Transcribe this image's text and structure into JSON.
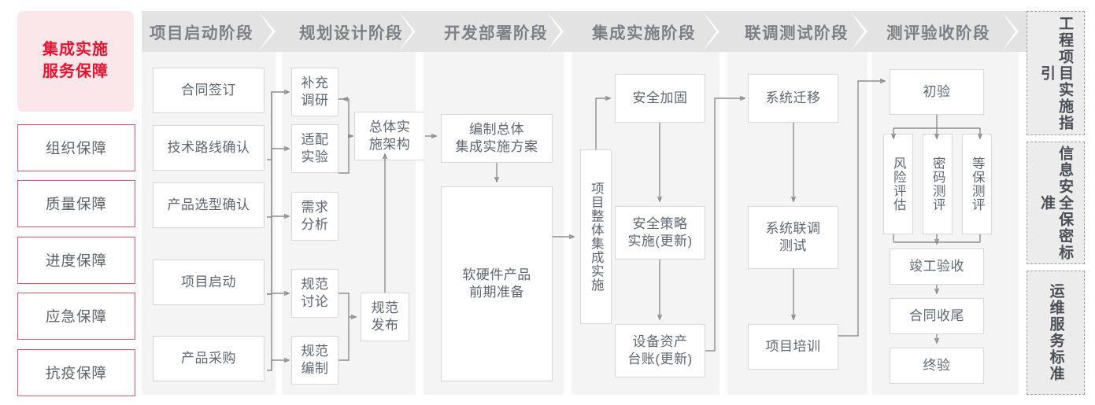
{
  "left_panel": {
    "title": "集成实施\n服务保障",
    "title_line1": "集成实施",
    "title_line2": "服务保障",
    "items": [
      {
        "label": "组织保障"
      },
      {
        "label": "质量保障"
      },
      {
        "label": "进度保障"
      },
      {
        "label": "应急保障"
      },
      {
        "label": "抗疫保障"
      }
    ],
    "accent_color": "#e8122e",
    "bg_color": "#fbe6ea",
    "border_color": "#e4546d"
  },
  "phases": [
    {
      "header": "项目启动阶段",
      "nodes": [
        {
          "label": "合同签订"
        },
        {
          "label": "技术路线确认"
        },
        {
          "label": "产品选型确认"
        },
        {
          "label": "项目启动"
        },
        {
          "label": "产品采购"
        }
      ]
    },
    {
      "header": "规划设计阶段",
      "nodes": [
        {
          "label": "补充\n调研",
          "line1": "补充",
          "line2": "调研"
        },
        {
          "label": "适配\n实验",
          "line1": "适配",
          "line2": "实验"
        },
        {
          "label": "需求\n分析",
          "line1": "需求",
          "line2": "分析"
        },
        {
          "label": "规范\n讨论",
          "line1": "规范",
          "line2": "讨论"
        },
        {
          "label": "规范\n编制",
          "line1": "规范",
          "line2": "编制"
        },
        {
          "label": "总体实\n施架构",
          "line1": "总体实",
          "line2": "施架构"
        },
        {
          "label": "规范\n发布",
          "line1": "规范",
          "line2": "发布"
        }
      ]
    },
    {
      "header": "开发部署阶段",
      "nodes": [
        {
          "label": "编制总体\n集成实施方案",
          "line1": "编制总体",
          "line2": "集成实施方案"
        },
        {
          "label": "软硬件产品\n前期准备",
          "line1": "软硬件产品",
          "line2": "前期准备"
        }
      ]
    },
    {
      "header": "集成实施阶段",
      "nodes": [
        {
          "label": "项目整体集成实施",
          "vertical": true
        },
        {
          "label": "安全加固"
        },
        {
          "label": "安全策略\n实施(更新)",
          "line1": "安全策略",
          "line2": "实施(更新)"
        },
        {
          "label": "设备资产\n台账(更新)",
          "line1": "设备资产",
          "line2": "台账(更新)"
        }
      ]
    },
    {
      "header": "联调测试阶段",
      "nodes": [
        {
          "label": "系统迁移"
        },
        {
          "label": "系统联调\n测试",
          "line1": "系统联调",
          "line2": "测试"
        },
        {
          "label": "项目培训"
        }
      ]
    },
    {
      "header": "测评验收阶段",
      "nodes": [
        {
          "label": "初验"
        },
        {
          "label": "风险评估",
          "vertical": true
        },
        {
          "label": "密码测评",
          "vertical": true
        },
        {
          "label": "等保测评",
          "vertical": true
        },
        {
          "label": "竣工验收"
        },
        {
          "label": "合同收尾"
        },
        {
          "label": "终验"
        }
      ]
    }
  ],
  "standards": [
    {
      "label": "工程项目实施指引"
    },
    {
      "label": "信息安全保密标准"
    },
    {
      "label": "运维服务标准"
    }
  ],
  "colors": {
    "chevron_bg": "#e3e3e3",
    "chevron_text": "#7c8086",
    "column_bg": "#f4f4f4",
    "node_border": "#d7d7d7",
    "node_text": "#5d6672",
    "connector": "#8d8d8d",
    "standards_bg": "#ececec",
    "standards_border": "#9aa0a6"
  }
}
